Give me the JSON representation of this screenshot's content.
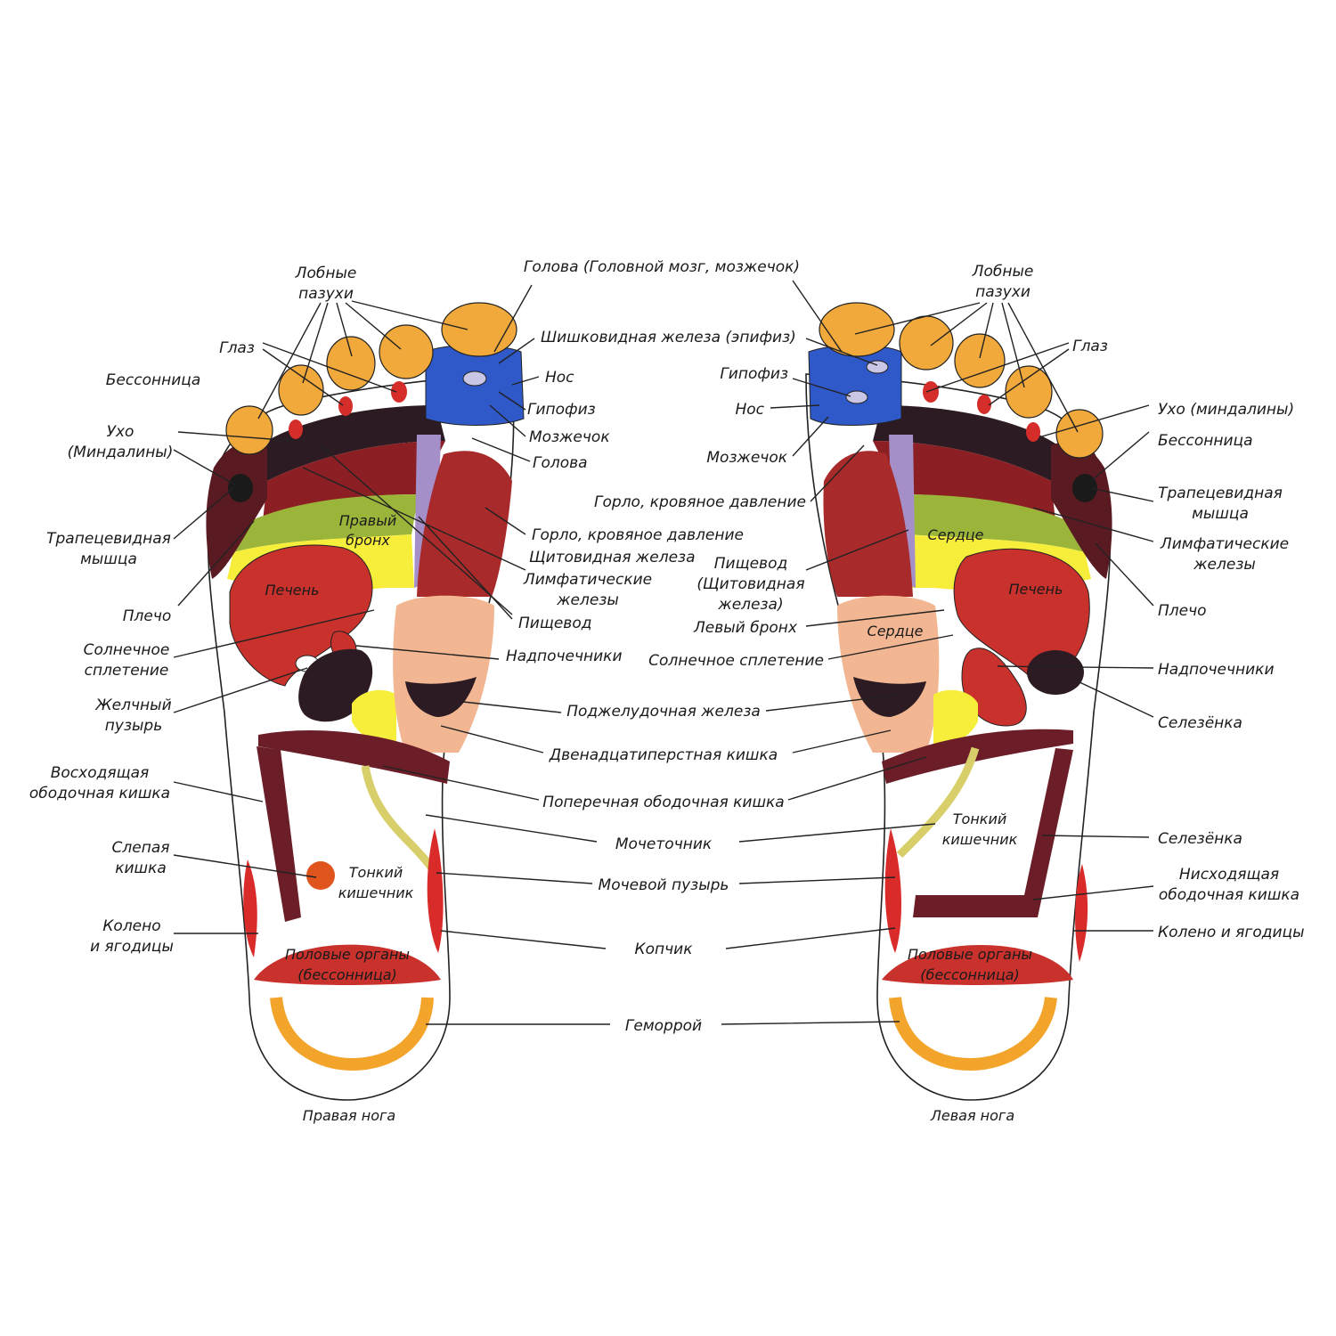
{
  "colors": {
    "toe_orange": "#f0a93a",
    "head_blue": "#2f58c8",
    "toe_red": "#d42d2a",
    "dark_band": "#2c1b22",
    "maroon": "#5a1a22",
    "brown_red": "#8b1f24",
    "olive": "#9bb43a",
    "yellow": "#f7ee3c",
    "liver_red": "#c8312c",
    "peach": "#f2b792",
    "lavender": "#a58fc9",
    "colon": "#6b1e28",
    "ureter": "#d8cf6a",
    "knee_red": "#d92b2a",
    "hemorrhoid": "#f3a42a"
  },
  "captions": {
    "right_foot": "Правая нога",
    "left_foot": "Левая нога"
  },
  "zones": {
    "right_bronch_1": "Правый",
    "right_bronch_2": "бронх",
    "liver_r": "Печень",
    "small_int_r_1": "Тонкий",
    "small_int_r_2": "кишечник",
    "genitals_r_1": "Половые органы",
    "genitals_r_2": "(бессонница)",
    "heart_l1": "Сердце",
    "heart_l2": "Сердце",
    "liver_l": "Печень",
    "small_int_l_1": "Тонкий",
    "small_int_l_2": "кишечник",
    "genitals_l_1": "Половые органы",
    "genitals_l_2": "(бессонница)"
  },
  "labels": {
    "sinus_r_1": "Лобные",
    "sinus_r_2": "пазухи",
    "eye_r": "Глаз",
    "insomnia_r": "Бессонница",
    "ear_r_1": "Ухо",
    "ear_r_2": "(Миндалины)",
    "trap_r_1": "Трапецевидная",
    "trap_r_2": "мышца",
    "shoulder_r": "Плечо",
    "solar_r_1": "Солнечное",
    "solar_r_2": "сплетение",
    "gall_1": "Желчный",
    "gall_2": "пузырь",
    "asc_colon_1": "Восходящая",
    "asc_colon_2": "ободочная кишка",
    "cecum_1": "Слепая",
    "cecum_2": "кишка",
    "knee_r_1": "Колено",
    "knee_r_2": "и ягодицы",
    "head_top": "Голова (Головной мозг, мозжечок)",
    "pineal": "Шишковидная железа (эпифиз)",
    "nose_r": "Нос",
    "pituitary_r": "Гипофиз",
    "cerebellum_r": "Мозжечок",
    "head_r": "Голова",
    "throat_r": "Горло, кровяное давление",
    "thyroid_r": "Щитовидная железа",
    "lymph_c_1": "Лимфатические",
    "lymph_c_2": "железы",
    "esophagus_r": "Пищевод",
    "adrenal_c": "Надпочечники",
    "pituitary_l": "Гипофиз",
    "nose_l": "Нос",
    "cerebellum_l": "Мозжечок",
    "throat_l": "Горло, кровяное давление",
    "esoph_l_1": "Пищевод",
    "esoph_l_2": "(Щитовидная",
    "esoph_l_3": "железа)",
    "left_bronch": "Левый бронх",
    "solar_l": "Солнечное сплетение",
    "pancreas": "Поджелудочная железа",
    "duodenum": "Двенадцатиперстная кишка",
    "transverse": "Поперечная ободочная кишка",
    "ureter": "Мочеточник",
    "bladder": "Мочевой пузырь",
    "coccyx": "Копчик",
    "hemorrhoids": "Геморрой",
    "sinus_l_1": "Лобные",
    "sinus_l_2": "пазухи",
    "eye_l": "Глаз",
    "ear_l": "Ухо (миндалины)",
    "insomnia_l": "Бессонница",
    "trap_l_1": "Трапецевидная",
    "trap_l_2": "мышца",
    "lymph_l_1": "Лимфатические",
    "lymph_l_2": "железы",
    "shoulder_l": "Плечо",
    "adrenal_l": "Надпочечники",
    "spleen_1": "Селезёнка",
    "spleen_2": "Селезёнка",
    "desc_colon_1": "Нисходящая",
    "desc_colon_2": "ободочная кишка",
    "knee_l": "Колено и ягодицы"
  }
}
